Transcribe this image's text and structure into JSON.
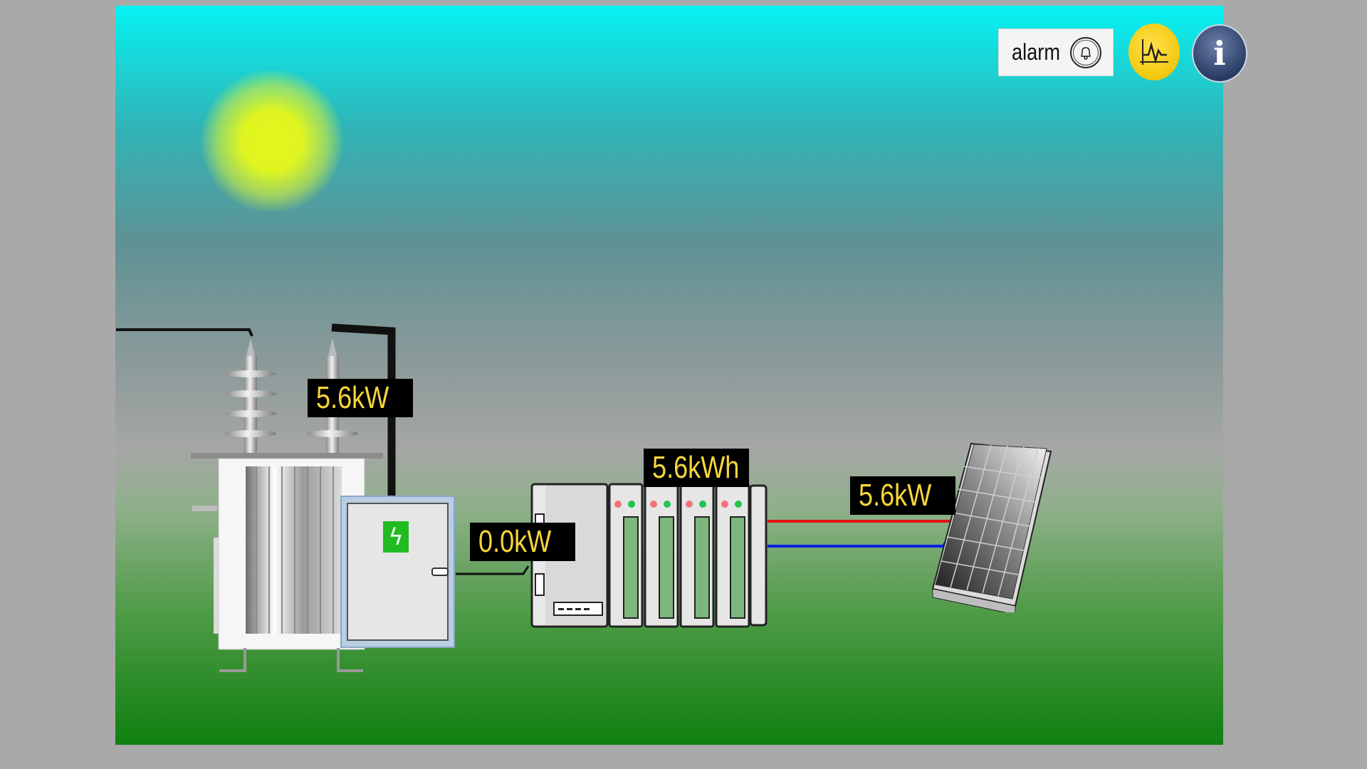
{
  "toolbar": {
    "alarm_label": "alarm",
    "alarm_icon": "bell-icon",
    "trend_icon": "pulse-chart-icon",
    "info_icon": "info-icon"
  },
  "readouts": {
    "transformer_power": "5.6kW",
    "grid_power": "0.0kW",
    "energy": "5.6kWh",
    "solar_power": "5.6kW"
  },
  "colors": {
    "readout_text": "#f7d53a",
    "readout_bg": "#000000",
    "dc_positive": "#e01010",
    "dc_negative": "#0a1ee0",
    "breaker_symbol": "#22bb22"
  }
}
